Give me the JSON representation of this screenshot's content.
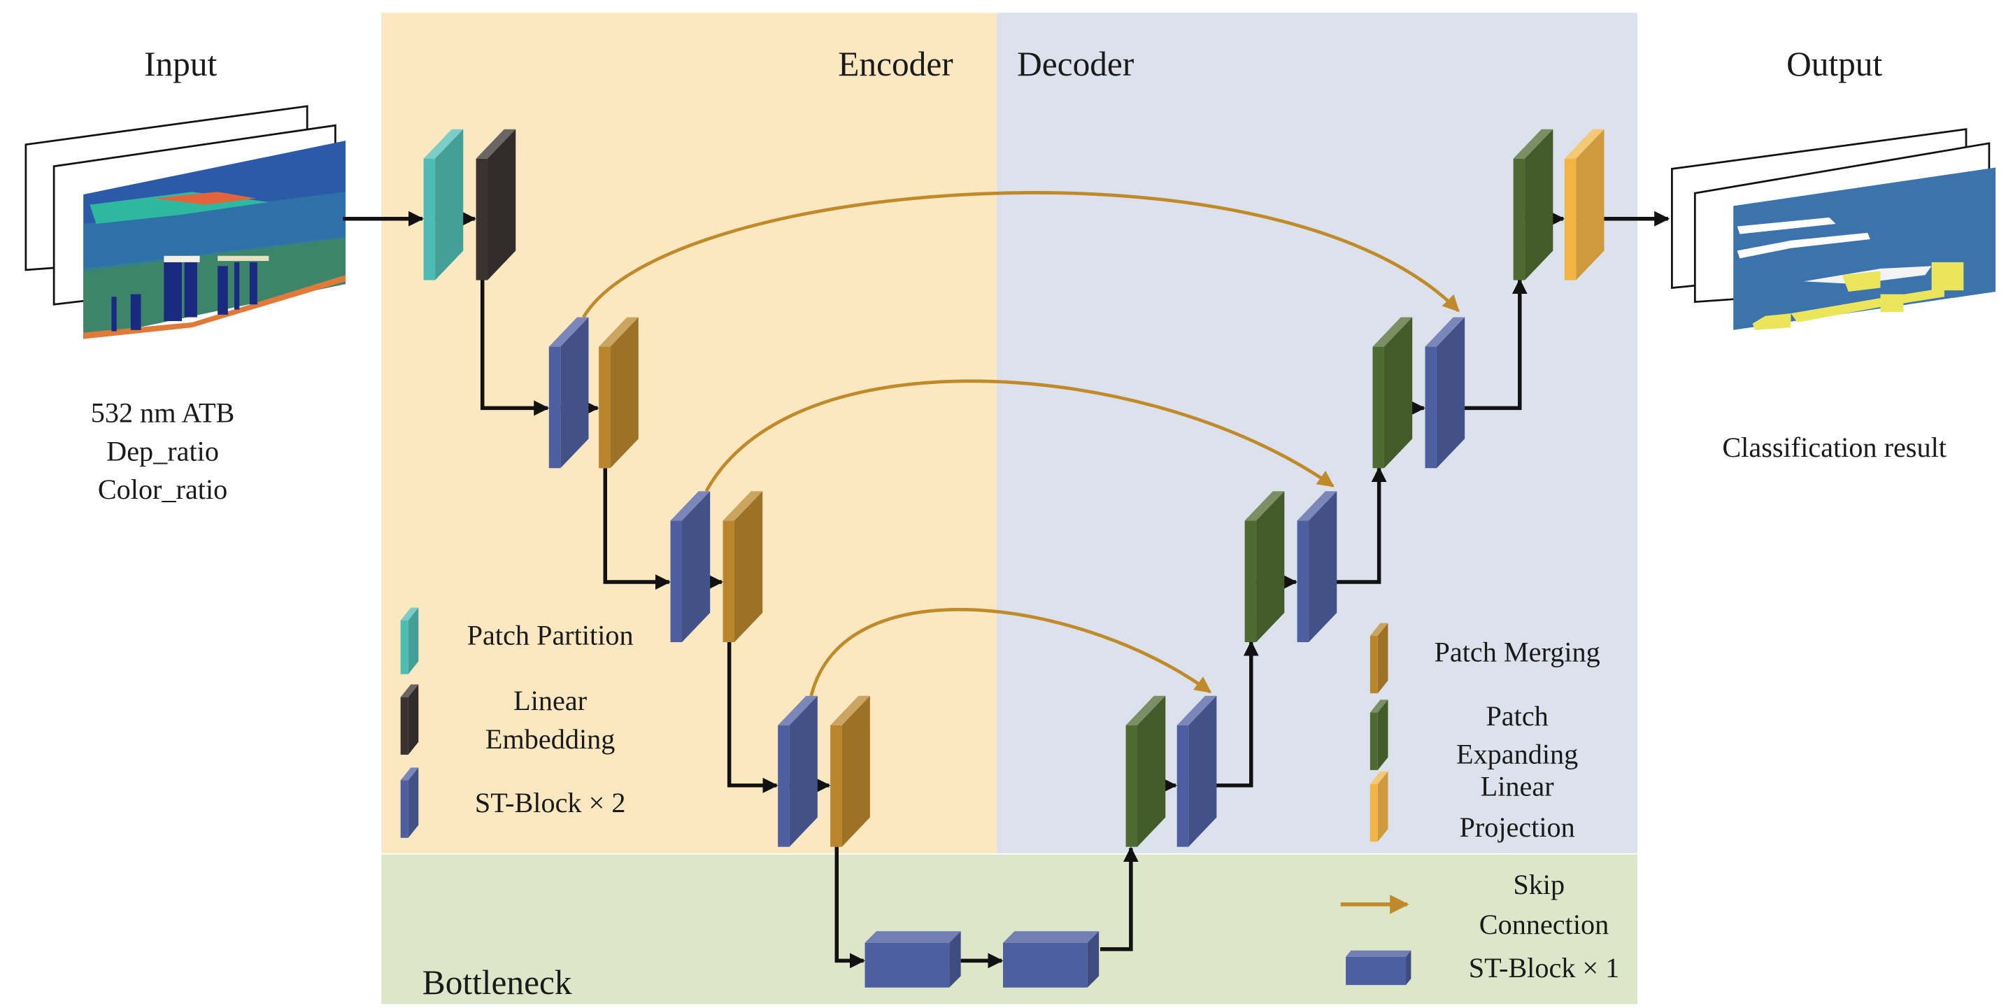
{
  "sections": {
    "input_title": "Input",
    "output_title": "Output",
    "encoder": "Encoder",
    "decoder": "Decoder",
    "bottleneck": "Bottleneck"
  },
  "input_labels": [
    "532 nm ATB",
    "Dep_ratio",
    "Color_ratio"
  ],
  "output_label": "Classification result",
  "legend_left": [
    {
      "label_lines": [
        "Patch Partition"
      ],
      "swatch": "patch-partition"
    },
    {
      "label_lines": [
        "Linear",
        "Embedding"
      ],
      "swatch": "linear-embedding"
    },
    {
      "label_lines": [
        "ST-Block × 2"
      ],
      "swatch": "st-block-2"
    }
  ],
  "legend_right": [
    {
      "label_lines": [
        "Patch Merging"
      ],
      "swatch": "patch-merging"
    },
    {
      "label_lines": [
        "Patch",
        "Expanding"
      ],
      "swatch": "patch-expanding"
    },
    {
      "label_lines": [
        "Linear",
        "Projection"
      ],
      "swatch": "linear-projection"
    }
  ],
  "legend_bottom": [
    {
      "label_lines": [
        "Skip",
        "Connection"
      ],
      "swatch": "skip-connection"
    },
    {
      "label_lines": [
        "ST-Block × 1"
      ],
      "swatch": "st-block-1"
    }
  ],
  "colors": {
    "encoder_bg": "#fce8c0",
    "decoder_bg": "#dbe2ec",
    "bottleneck_bg": "#dde6c9",
    "patch_partition": "#4fbcb4",
    "linear_embedding": "#3a3330",
    "st_block": "#4e5fa0",
    "patch_merging": "#b9862e",
    "patch_expanding": "#4f6a30",
    "linear_projection": "#f2b545",
    "skip_connection": "#c08a2a",
    "output_background_class": "#3d73ad",
    "output_class_yellow": "#eae55a"
  }
}
